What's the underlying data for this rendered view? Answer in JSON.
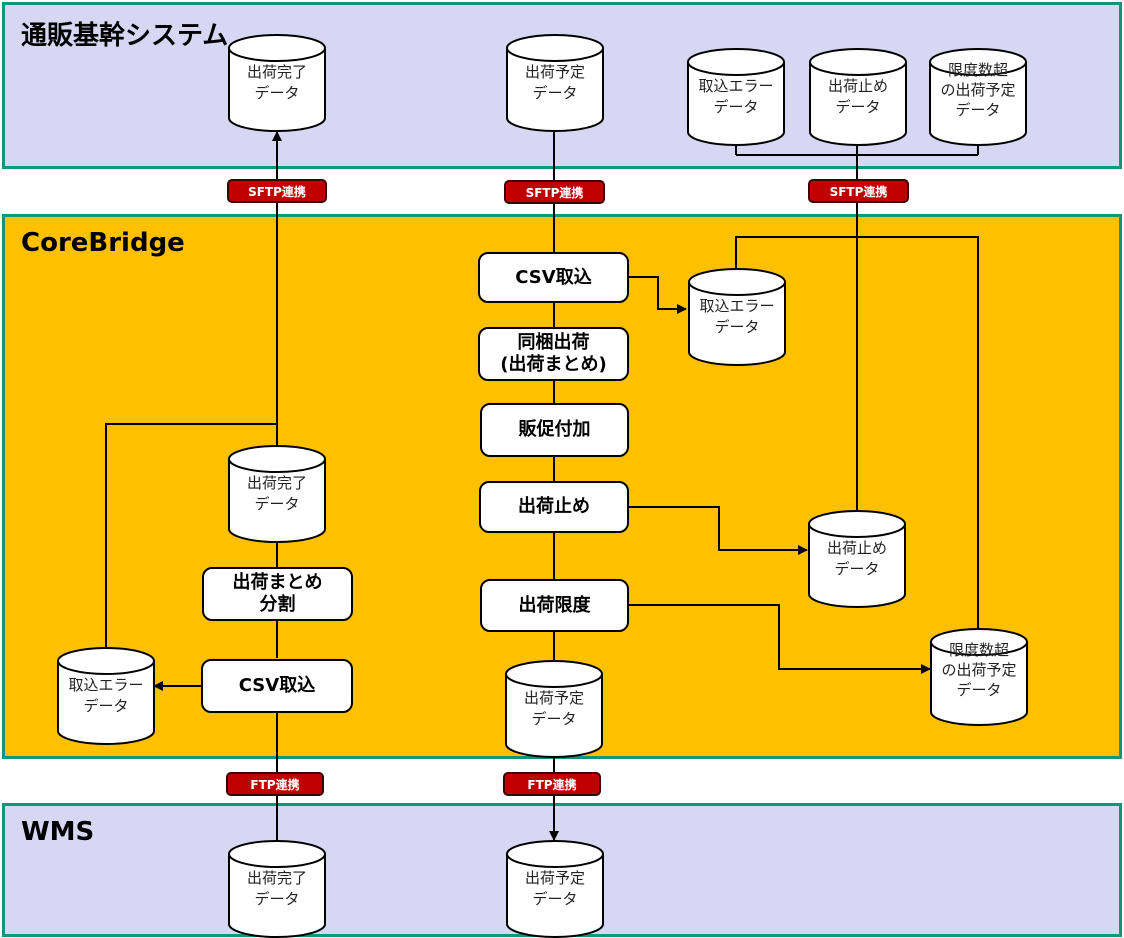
{
  "sections": {
    "top": {
      "title": "通販基幹システム"
    },
    "middle": {
      "title": "CoreBridge"
    },
    "bottom": {
      "title": "WMS"
    }
  },
  "colors": {
    "system_bg": "#d7d7f3",
    "corebridge_bg": "#ffc000",
    "border": "#12967a",
    "badge": "#c00000"
  },
  "databases": {
    "top_shipped": "出荷完了\nデータ",
    "top_planned": "出荷予定\nデータ",
    "top_import_error": "取込エラー\nデータ",
    "top_stop": "出荷止め\nデータ",
    "top_over_limit": "限度数超\nの出荷予定\nデータ",
    "cb_import_error_right": "取込エラー\nデータ",
    "cb_shipped": "出荷完了\nデータ",
    "cb_stop": "出荷止め\nデータ",
    "cb_over_limit": "限度数超\nの出荷予定\nデータ",
    "cb_import_error_left": "取込エラー\nデータ",
    "cb_planned": "出荷予定\nデータ",
    "wms_shipped": "出荷完了\nデータ",
    "wms_planned": "出荷予定\nデータ"
  },
  "processes": {
    "csv_import_right": "CSV取込",
    "bundle": "同梱出荷\n(出荷まとめ)",
    "promo": "販促付加",
    "stop": "出荷止め",
    "limit": "出荷限度",
    "split": "出荷まとめ\n分割",
    "csv_import_left": "CSV取込"
  },
  "badges": {
    "sftp_left": "SFTP連携",
    "sftp_center": "SFTP連携",
    "sftp_right": "SFTP連携",
    "ftp_left": "FTP連携",
    "ftp_center": "FTP連携"
  }
}
